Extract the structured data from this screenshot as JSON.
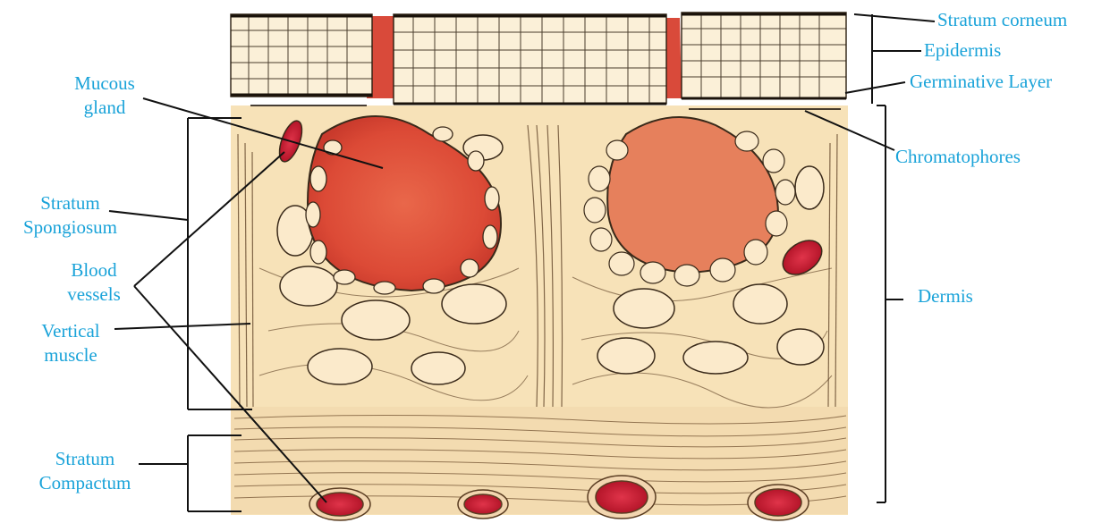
{
  "labels": {
    "stratum_corneum": "Stratum corneum",
    "epidermis": "Epidermis",
    "germinative_layer": "Germinative Layer",
    "chromatophores": "Chromatophores",
    "dermis": "Dermis",
    "mucous_gland": [
      "Mucous",
      "gland"
    ],
    "stratum_spongiosum": [
      "Stratum",
      "Spongiosum"
    ],
    "blood_vessels": [
      "Blood",
      "vessels"
    ],
    "vertical_muscle": [
      "Vertical",
      "muscle"
    ],
    "stratum_compactum": [
      "Stratum",
      "Compactum"
    ]
  },
  "colors": {
    "label_text": "#1aa3d9",
    "leader_lines": "#111111",
    "tissue": "#f6dfb3",
    "gland_fill": "#e2553e",
    "blood": "#c8192c",
    "cell_outline": "#3a2a1a"
  }
}
